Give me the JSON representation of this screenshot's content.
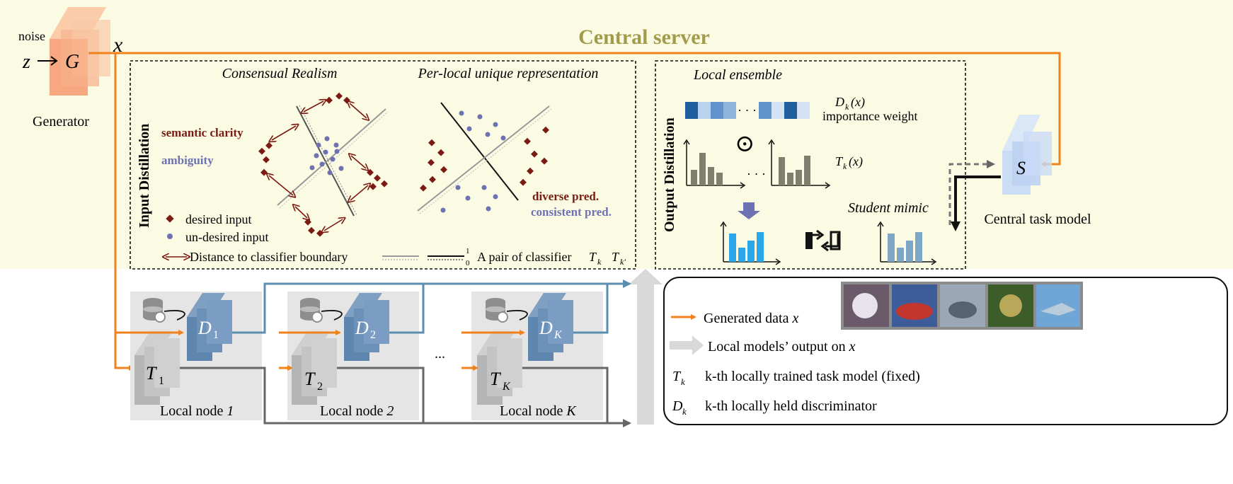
{
  "server_title": "Central server",
  "generator": {
    "noise_label": "noise",
    "z_symbol": "z",
    "g_symbol": "G",
    "x_symbol": "x",
    "caption": "Generator"
  },
  "input_distillation": {
    "side_title": "Input Distillation",
    "consensual_title": "Consensual Realism",
    "perlocal_title": "Per-local unique representation",
    "semantic_clarity": "semantic clarity",
    "ambiguity": "ambiguity",
    "diverse_pred": "diverse pred.",
    "consistent_pred": "consistent pred.",
    "legend_desired": "desired input",
    "legend_undesired": "un-desired input",
    "legend_distance": "Distance to classifier boundary",
    "legend_pair": "A pair of classifier",
    "legend_tk": "T",
    "legend_tk_sub": "k",
    "legend_tk2_sub": "k′",
    "legend_one": "1",
    "legend_zero": "0"
  },
  "output_distillation": {
    "side_title": "Output Distillation",
    "local_ensemble": "Local ensemble",
    "dk_label": "D",
    "dk_sub": "k",
    "dk_arg": "(x)",
    "importance_weight": "importance weight",
    "odot": "⊙",
    "tk_label": "T",
    "tk_sub": "k",
    "tk_arg": "(x)",
    "ellipsis": "· · ·",
    "student_mimic": "Student mimic"
  },
  "central_task": {
    "s_symbol": "S",
    "caption": "Central task model"
  },
  "local_nodes": [
    {
      "t": "T",
      "t_sub": "1",
      "d": "D",
      "d_sub": "1",
      "label": "Local node ",
      "label_num": "1"
    },
    {
      "t": "T",
      "t_sub": "2",
      "d": "D",
      "d_sub": "2",
      "label": "Local node ",
      "label_num": "2"
    },
    {
      "t": "T",
      "t_sub": "K",
      "d": "D",
      "d_sub": "K",
      "label": "Local node ",
      "label_num": "K"
    }
  ],
  "node_ellipsis": "...",
  "legend": {
    "generated": "Generated data",
    "generated_x": "x",
    "local_output": "Local models’ output on",
    "local_output_x": "x",
    "tk_sym": "T",
    "tk_sub": "k",
    "tk_desc": "k-th locally trained task model (fixed)",
    "dk_sym": "D",
    "dk_sub": "k",
    "dk_desc": "k-th locally held discriminator"
  },
  "colors": {
    "server_bg": "#fbfbe3",
    "orange": "#f0821e",
    "blue_line": "#5b8fb0",
    "gray_line": "#666666",
    "desired": "#7b1a12",
    "undesired": "#6e72b2",
    "title_olive": "#a39b4c",
    "bar_gray": "#7f7f6e",
    "bar_blue": "#2aa7ea",
    "bar_lightblue": "#7ea6c6"
  }
}
